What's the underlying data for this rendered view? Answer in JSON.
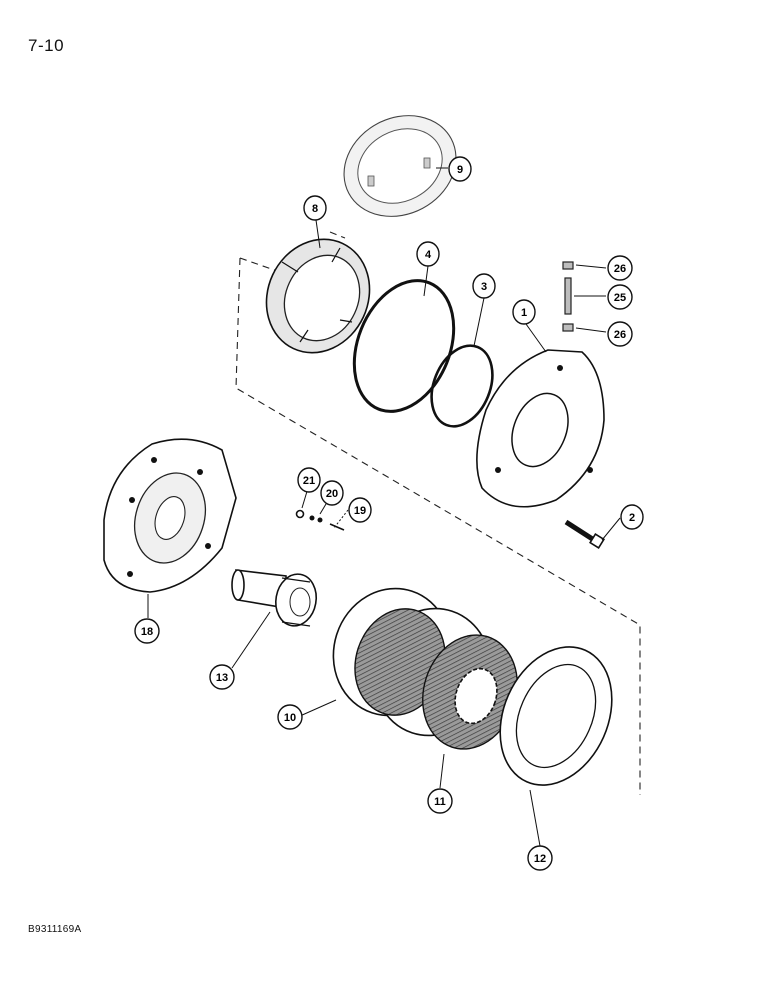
{
  "page_number": "7-10",
  "figure_code": "B9311169A",
  "callouts": [
    {
      "id": "c1",
      "label": "1"
    },
    {
      "id": "c2",
      "label": "2"
    },
    {
      "id": "c3",
      "label": "3"
    },
    {
      "id": "c4",
      "label": "4"
    },
    {
      "id": "c8",
      "label": "8"
    },
    {
      "id": "c9",
      "label": "9"
    },
    {
      "id": "c10",
      "label": "10"
    },
    {
      "id": "c11",
      "label": "11"
    },
    {
      "id": "c12",
      "label": "12"
    },
    {
      "id": "c13",
      "label": "13"
    },
    {
      "id": "c18",
      "label": "18"
    },
    {
      "id": "c19",
      "label": "19"
    },
    {
      "id": "c20",
      "label": "20"
    },
    {
      "id": "c21",
      "label": "21"
    },
    {
      "id": "c25",
      "label": "25"
    },
    {
      "id": "c26a",
      "label": "26"
    },
    {
      "id": "c26b",
      "label": "26"
    }
  ]
}
